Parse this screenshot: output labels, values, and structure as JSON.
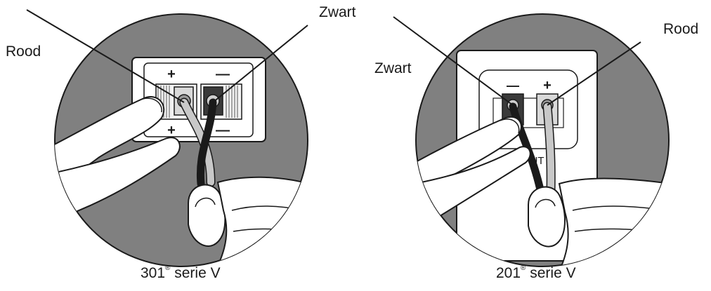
{
  "left_figure": {
    "caption_number": "301",
    "caption_mark": "®",
    "caption_text": " serie V",
    "terminal_plus": "+",
    "terminal_minus": "—",
    "wire_labels": {
      "red": "Rood",
      "black": "Zwart"
    }
  },
  "right_figure": {
    "caption_number": "201",
    "caption_mark": "®",
    "caption_text": " serie V",
    "terminal_plus": "+",
    "terminal_minus": "—",
    "plate_text": "INPUT",
    "wire_labels": {
      "red": "Rood",
      "black": "Zwart"
    }
  },
  "colors": {
    "background_circle": "#808080",
    "outline": "#1a1a1a",
    "plate": "#ffffff",
    "red_wire": "#bdbdbd",
    "black_wire": "#222222"
  }
}
